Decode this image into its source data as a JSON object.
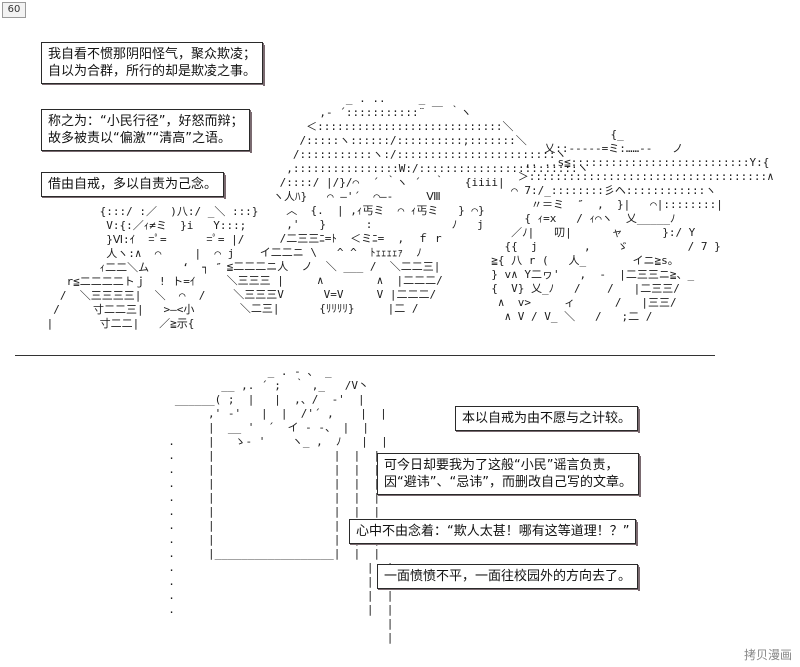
{
  "page": {
    "number": "60"
  },
  "panel_top": {
    "caption_1": {
      "line_1": "我自看不惯那阴阳怪气，聚众欺凌；",
      "line_2": "自以为合群，所行的却是欺凌之事。"
    },
    "caption_2": {
      "line_1": "称之为：“小民行径”，好怒而辩；",
      "line_2": "故多被责以“偏激”“清高”之语。"
    },
    "caption_3": {
      "line_1": "借由自戒，多以自责为己念。"
    }
  },
  "panel_bottom": {
    "caption_4": {
      "line_1": "本以自戒为由不愿与之计较。"
    },
    "caption_5": {
      "line_1": "可今日却要我为了这般“小民”谣言负责，",
      "line_2": "因“避讳”、“忌讳”，而删改自己写的文章。"
    },
    "caption_6": {
      "line_1": "心中不由念着：“欺人太甚！哪有这等道理！？”"
    },
    "caption_7": {
      "line_1": "一面愤愤不平，一面往校园外的方向去了。"
    }
  },
  "watermark": "拷贝漫画"
}
